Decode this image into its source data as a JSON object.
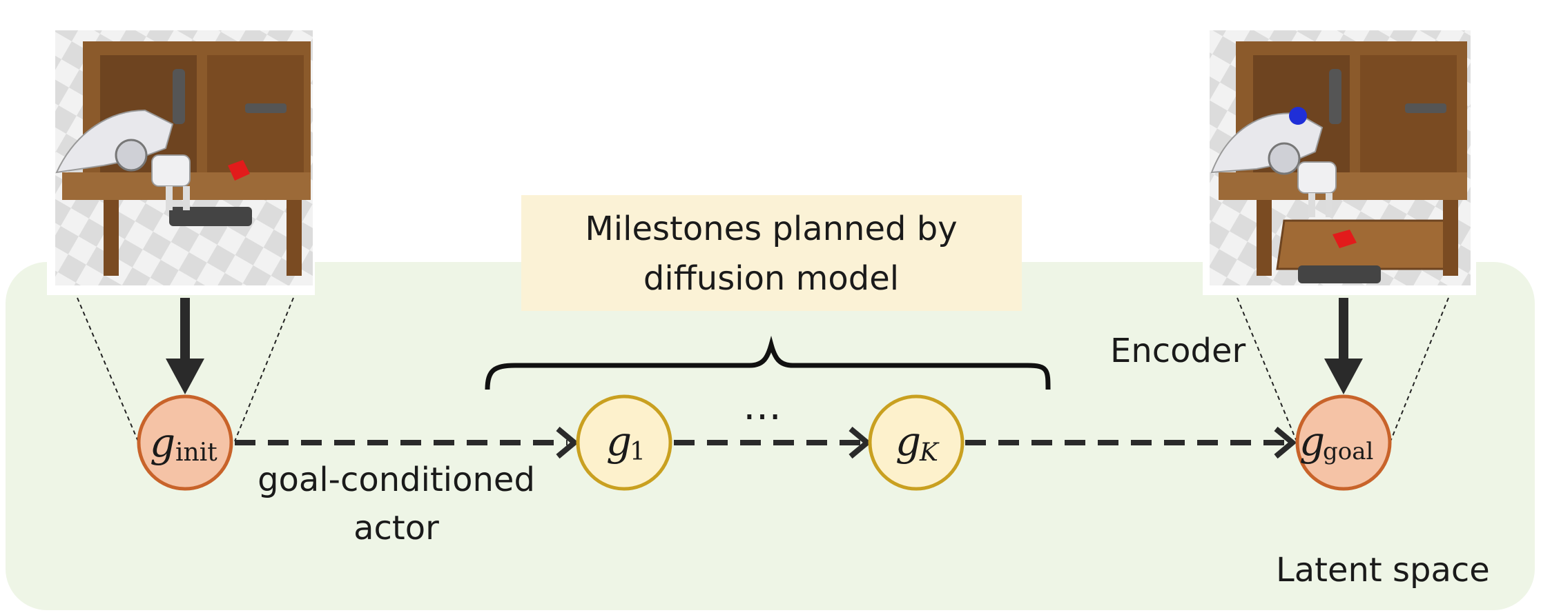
{
  "milestones_box": {
    "line1": "Milestones planned by",
    "line2": "diffusion model"
  },
  "actor_label": {
    "line1": "goal-conditioned",
    "line2": "actor"
  },
  "encoder_label": "Encoder",
  "latent_space_label": "Latent space",
  "ellipsis": "…",
  "nodes": {
    "init": {
      "main": "g",
      "sub": "init"
    },
    "g1": {
      "main": "g",
      "sub": "1"
    },
    "gK": {
      "main": "g",
      "sub": "K"
    },
    "goal": {
      "main": "g",
      "sub": "goal"
    }
  },
  "colors": {
    "latent_bg": "#eef5e6",
    "endpoint_fill": "#f5c3a6",
    "endpoint_stroke": "#c8632a",
    "milestone_fill": "#fdf1cc",
    "milestone_stroke": "#c9a020",
    "milestone_box": "#fbf2d6",
    "arrow": "#2a2a2a"
  },
  "images": {
    "init_scene": "robot-arm-desk-scene-initial",
    "goal_scene": "robot-arm-desk-scene-goal"
  }
}
